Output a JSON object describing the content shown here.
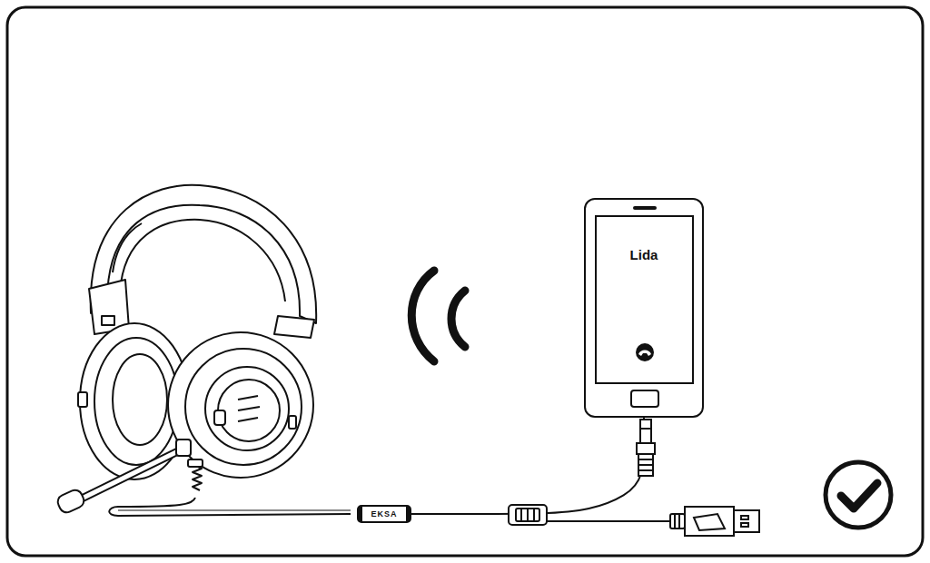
{
  "diagram": {
    "nodes": [
      {
        "text": [
          "Lida"
        ]
      },
      {
        "text": [
          "EKSA"
        ]
      }
    ],
    "edges": [
      {
        "from": 1,
        "to": 0,
        "arrow": "none"
      }
    ]
  }
}
